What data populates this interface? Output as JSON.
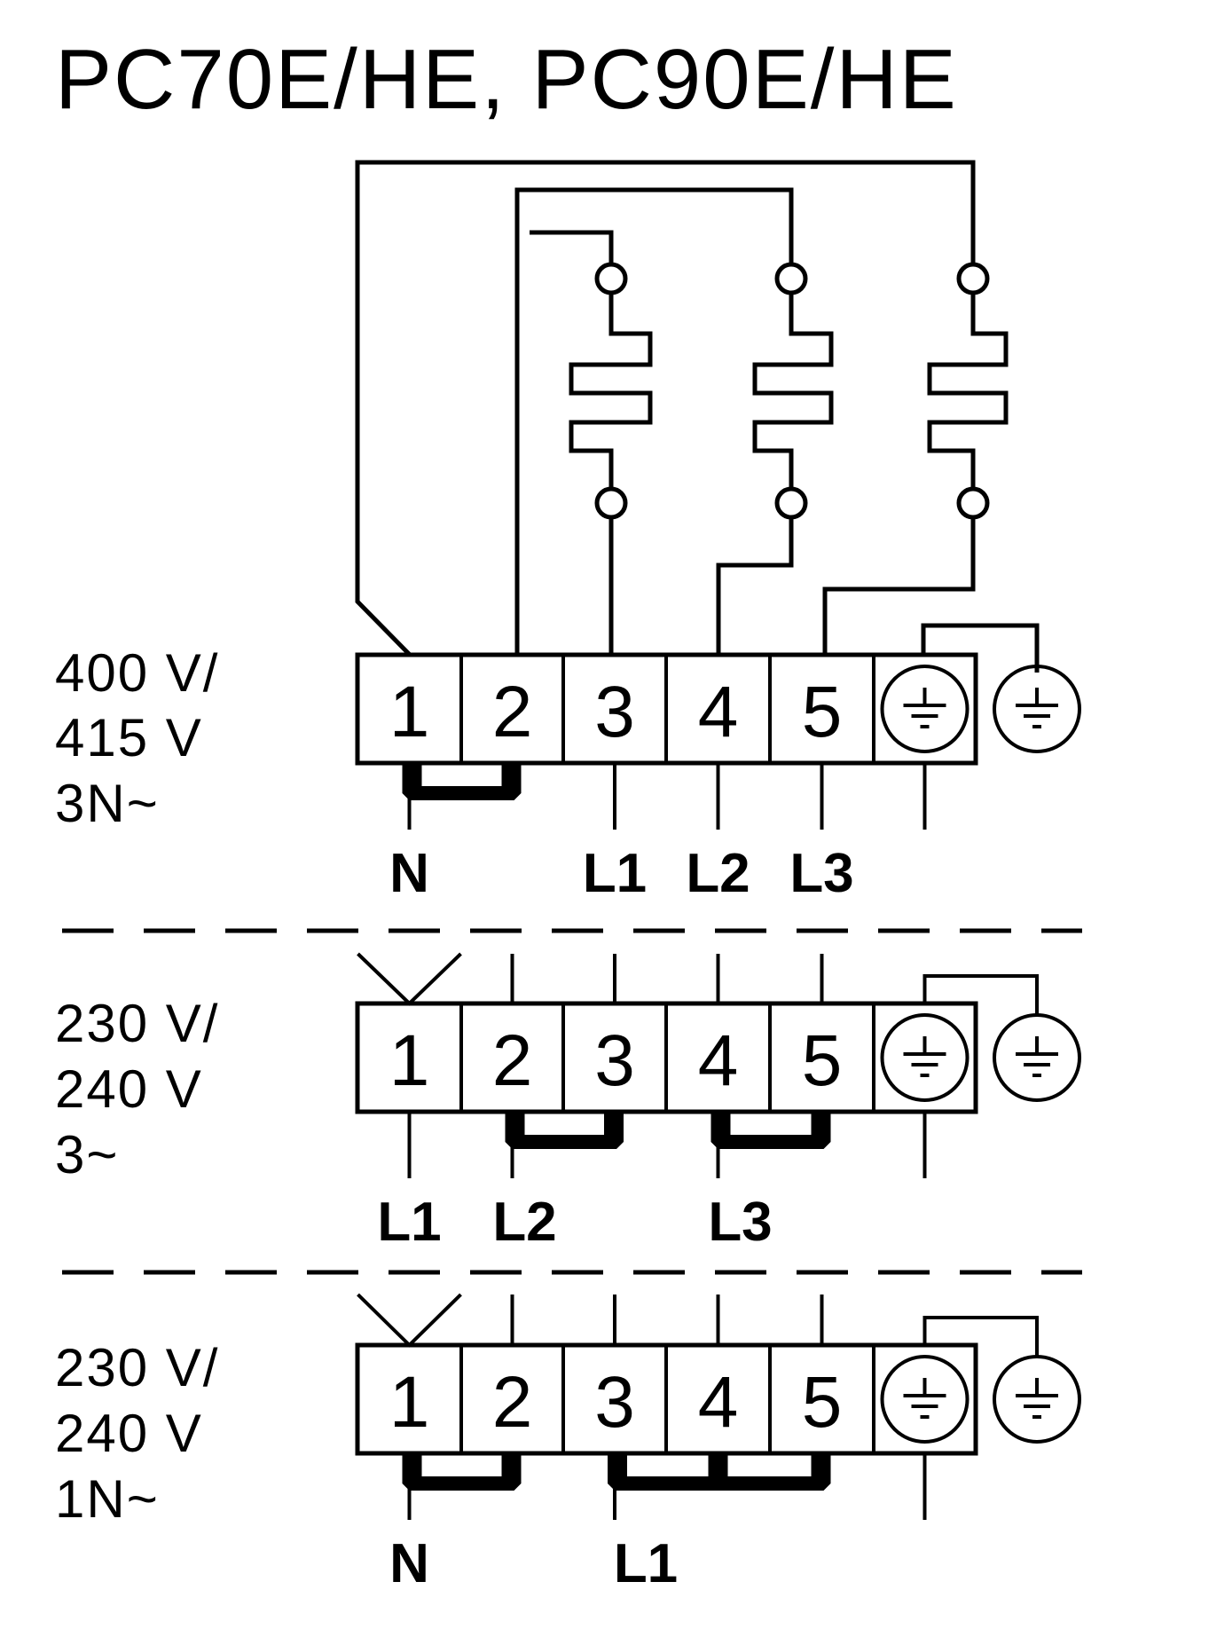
{
  "title": "PC70E/HE, PC90E/HE",
  "colors": {
    "ink": "#000000",
    "paper": "#ffffff"
  },
  "icons": {
    "earth": "protective-earth-icon"
  },
  "sections": [
    {
      "id": "3n",
      "voltage": [
        "400 V/",
        "415 V",
        "3N~"
      ],
      "terminals": [
        "1",
        "2",
        "3",
        "4",
        "5"
      ],
      "line_labels": [
        {
          "terminal": "1",
          "label": "N"
        },
        {
          "terminal": "3",
          "label": "L1"
        },
        {
          "terminal": "4",
          "label": "L2"
        },
        {
          "terminal": "5",
          "label": "L3"
        }
      ],
      "bridges": [
        [
          "1",
          "2"
        ]
      ]
    },
    {
      "id": "3",
      "voltage": [
        "230 V/",
        "240 V",
        "3~"
      ],
      "terminals": [
        "1",
        "2",
        "3",
        "4",
        "5"
      ],
      "line_labels": [
        {
          "terminal": "1",
          "label": "L1"
        },
        {
          "terminal": "2",
          "label": "L2"
        },
        {
          "terminal": "4",
          "label": "L3"
        }
      ],
      "bridges": [
        [
          "2",
          "3"
        ],
        [
          "4",
          "5"
        ]
      ]
    },
    {
      "id": "1n",
      "voltage": [
        "230 V/",
        "240 V",
        "1N~"
      ],
      "terminals": [
        "1",
        "2",
        "3",
        "4",
        "5"
      ],
      "line_labels": [
        {
          "terminal": "1",
          "label": "N"
        },
        {
          "terminal": "3",
          "label": "L1"
        }
      ],
      "bridges": [
        [
          "1",
          "2"
        ],
        [
          "3",
          "4",
          "5"
        ]
      ]
    }
  ]
}
